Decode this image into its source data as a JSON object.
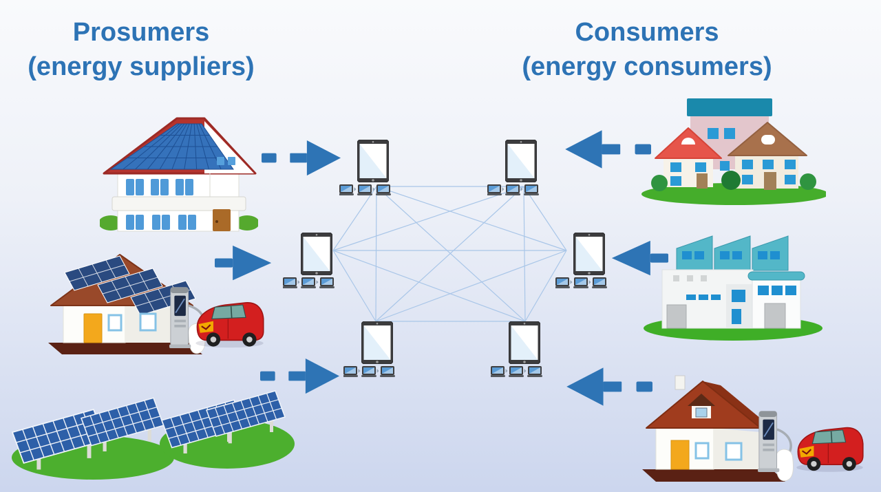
{
  "diagram": {
    "left_group": {
      "title_line1": "Prosumers",
      "title_line2": "(energy suppliers)",
      "items": [
        {
          "icon": "solar-panel-house",
          "arrow_style": "dashed",
          "arrow_direction": "right"
        },
        {
          "icon": "solar-house-ev-charger-car",
          "arrow_style": "solid",
          "arrow_direction": "right"
        },
        {
          "icon": "solar-panel-farm",
          "arrow_style": "dashed",
          "arrow_direction": "right"
        }
      ]
    },
    "right_group": {
      "title_line1": "Consumers",
      "title_line2": "(energy consumers)",
      "items": [
        {
          "icon": "residential-houses",
          "arrow_style": "dashed",
          "arrow_direction": "left"
        },
        {
          "icon": "factory",
          "arrow_style": "solid",
          "arrow_direction": "left"
        },
        {
          "icon": "house-ev-charger-car",
          "arrow_style": "dashed",
          "arrow_direction": "left"
        }
      ]
    },
    "network": {
      "node_count": 6,
      "node_icon": "tablet-with-linked-computers",
      "topology": "full-mesh",
      "edge_count": 15
    }
  },
  "colors": {
    "title_text": "#2d73b5",
    "arrow_blue": "#2e74b5",
    "mesh_line": "#a9c6e8",
    "background_top": "#f9fafc",
    "background_bottom": "#ccd6ee",
    "grass_green": "#45ad2b",
    "solar_panel_blue": "#3572bb",
    "car_red": "#d31f1f"
  }
}
